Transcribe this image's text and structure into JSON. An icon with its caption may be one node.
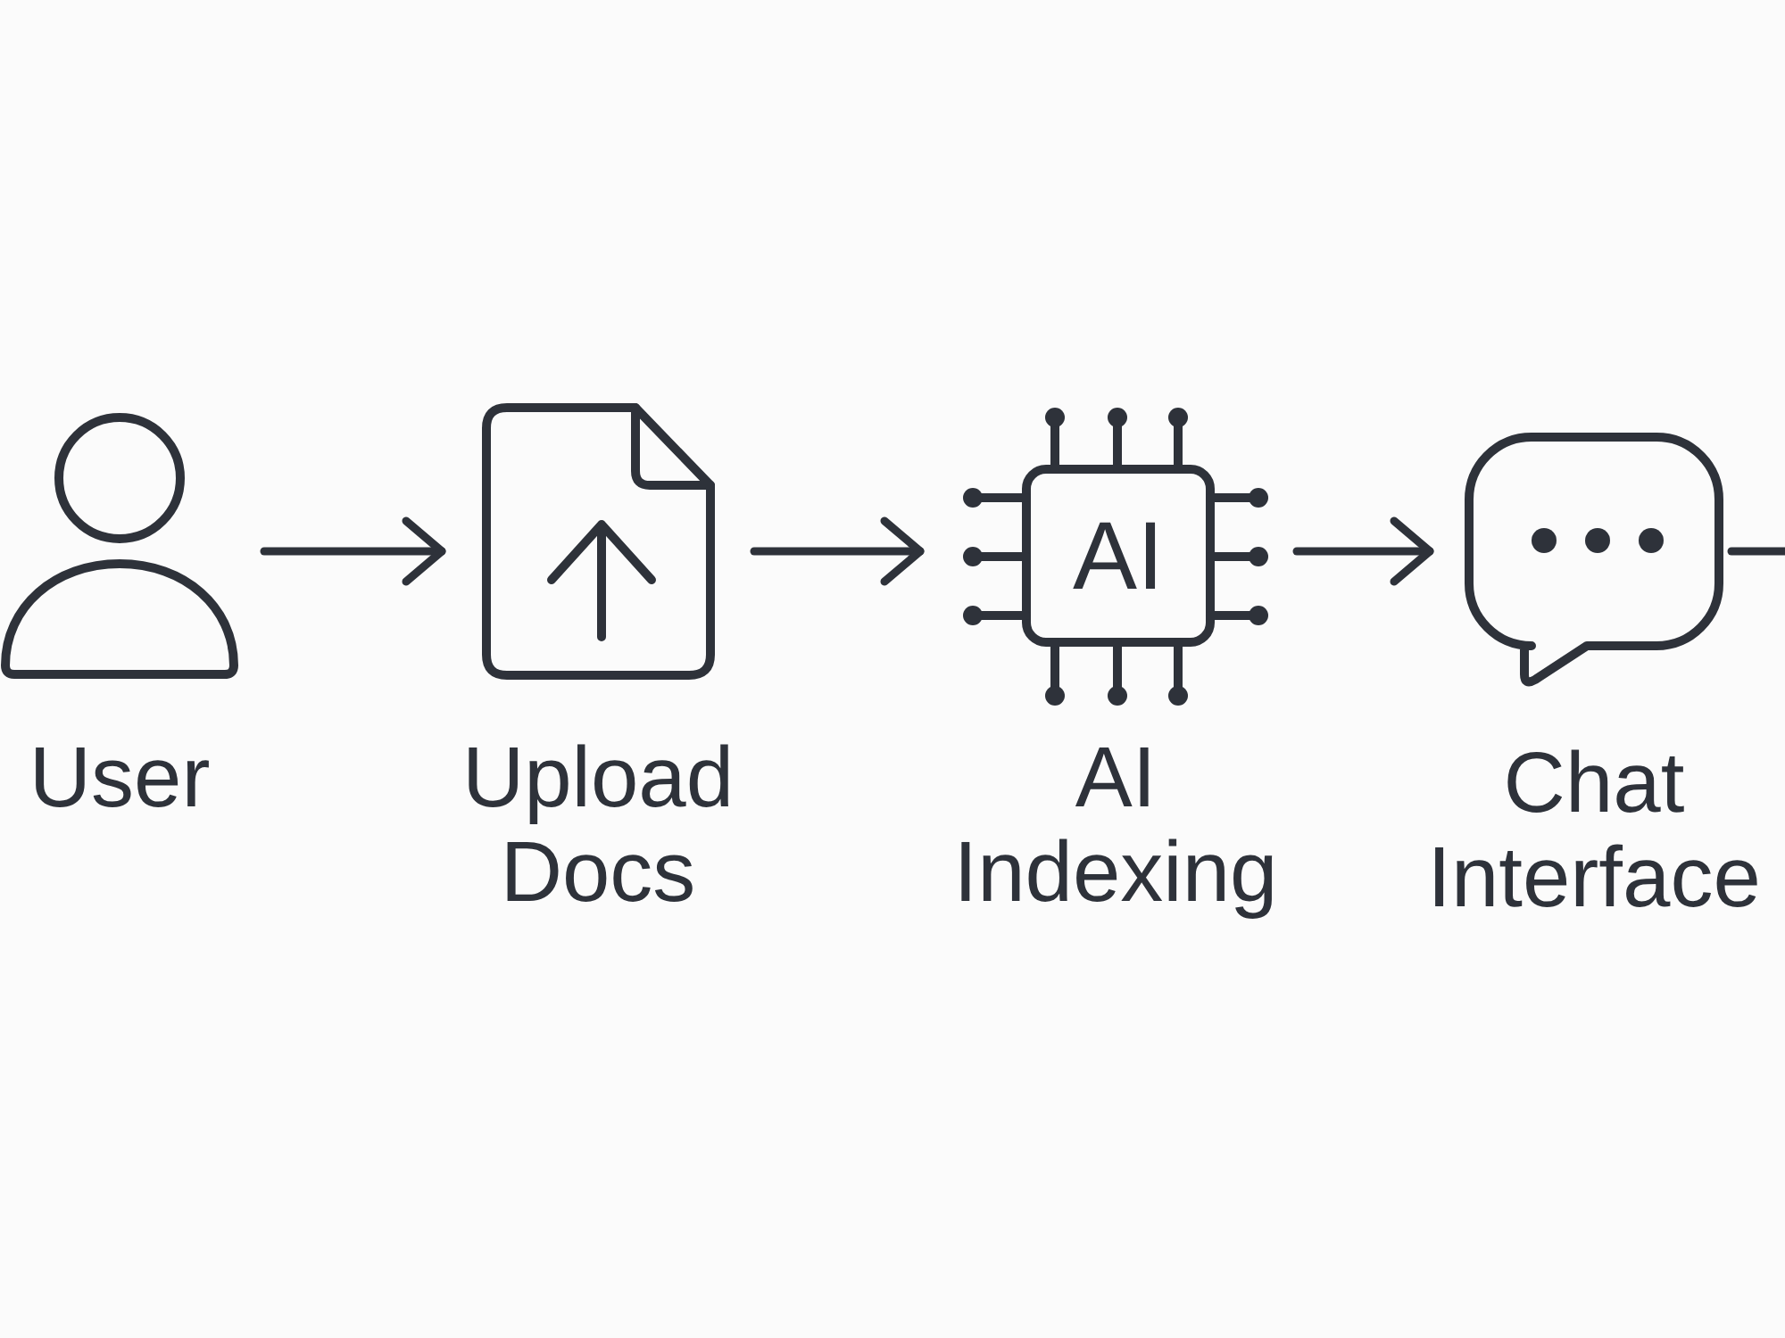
{
  "diagram": {
    "nodes": [
      {
        "text": [
          "User"
        ]
      },
      {
        "text": [
          "Upload Docs"
        ]
      },
      {
        "text": [
          "AI",
          "AI Indexing"
        ]
      },
      {
        "text": [
          "Chat Interface"
        ]
      }
    ],
    "edges": [
      {
        "from": 0,
        "to": 1,
        "arrow": "to"
      },
      {
        "from": 1,
        "to": 2,
        "arrow": "to"
      },
      {
        "from": 2,
        "to": 3,
        "arrow": "to"
      },
      {
        "from": 3,
        "to": null,
        "arrow": "none"
      }
    ]
  }
}
